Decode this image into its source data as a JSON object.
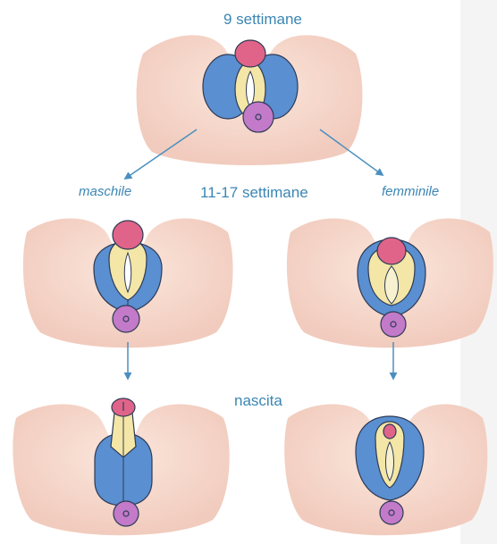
{
  "labels": {
    "stage_9_weeks": "9 settimane",
    "stage_11_17_weeks": "11-17 settimane",
    "stage_birth": "nascita",
    "male": "maschile",
    "female": "femminile"
  },
  "colors": {
    "background": "#ffffff",
    "skin": "#f6d8cc",
    "skin_shadow": "#ecc3b4",
    "genital_tubercle": "#e06489",
    "urethral_folds": "#f3e6a6",
    "labioscrotal_swellings": "#5a8fd1",
    "anus": "#c27ac9",
    "text_accent": "#3b86b4",
    "arrow": "#4b8fc0",
    "outline": "#2f3b55"
  }
}
